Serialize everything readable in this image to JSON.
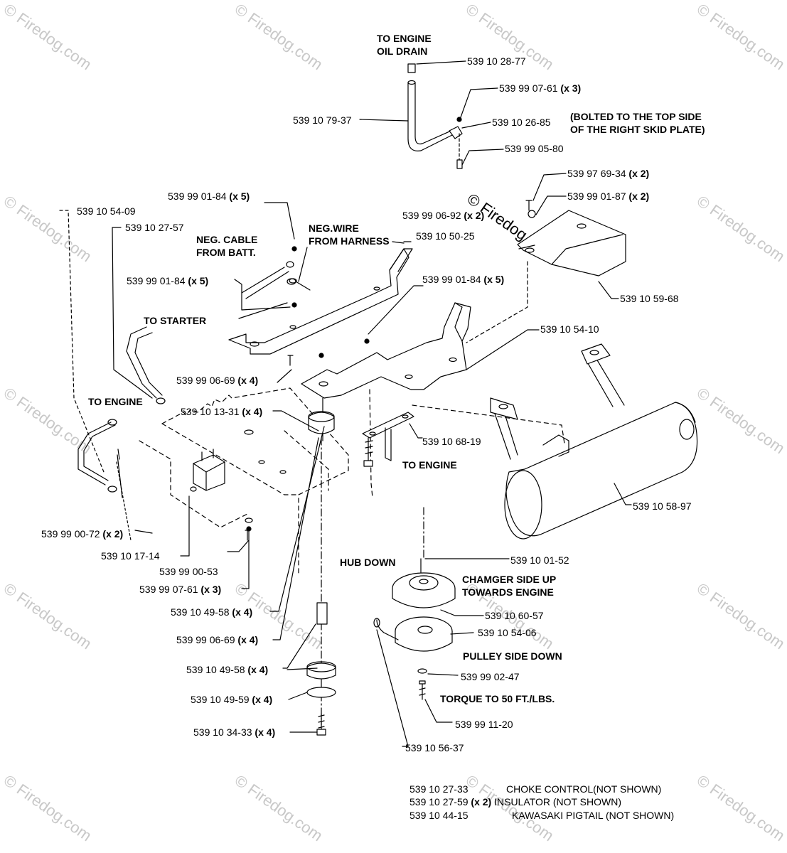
{
  "watermark": "© Firedog.com",
  "notes": {
    "to_engine_oil_drain_1": "TO ENGINE",
    "to_engine_oil_drain_2": "OIL DRAIN",
    "bolted_1": "(BOLTED TO THE TOP SIDE",
    "bolted_2": "OF THE RIGHT SKID PLATE)",
    "neg_cable_1": "NEG. CABLE",
    "neg_cable_2": "FROM BATT.",
    "neg_wire_1": "NEG.WIRE",
    "neg_wire_2": "FROM HARNESS",
    "to_starter": "TO STARTER",
    "to_engine_left": "TO ENGINE",
    "to_engine_mid": "TO ENGINE",
    "hub_down": "HUB DOWN",
    "chamger_1": "CHAMGER SIDE UP",
    "chamger_2": "TOWARDS ENGINE",
    "pulley_side_down": "PULLEY SIDE DOWN",
    "torque": "TORQUE TO 50 FT./LBS."
  },
  "callouts": [
    {
      "part": "539 10 28-77",
      "qty": ""
    },
    {
      "part": "539 99 07-61",
      "qty": "(x 3)"
    },
    {
      "part": "539 10 79-37",
      "qty": ""
    },
    {
      "part": "539 10 26-85",
      "qty": ""
    },
    {
      "part": "539 99 05-80",
      "qty": ""
    },
    {
      "part": "539 97 69-34",
      "qty": "(x 2)"
    },
    {
      "part": "539 99 01-87",
      "qty": "(x 2)"
    },
    {
      "part": "539 99 01-84",
      "qty": "(x 5)"
    },
    {
      "part": "539 99 06-92",
      "qty": "(x 2)"
    },
    {
      "part": "539 10 54-09",
      "qty": ""
    },
    {
      "part": "539 10 27-57",
      "qty": ""
    },
    {
      "part": "539 10 50-25",
      "qty": ""
    },
    {
      "part": "539 99 01-84",
      "qty": "(x 5)"
    },
    {
      "part": "539 99 01-84",
      "qty": "(x 5)"
    },
    {
      "part": "539 10 59-68",
      "qty": ""
    },
    {
      "part": "539 10 54-10",
      "qty": ""
    },
    {
      "part": "539 99 06-69",
      "qty": "(x 4)"
    },
    {
      "part": "539 10 13-31",
      "qty": "(x 4)"
    },
    {
      "part": "539 10 68-19",
      "qty": ""
    },
    {
      "part": "539 10 58-97",
      "qty": ""
    },
    {
      "part": "539 99 00-72",
      "qty": "(x 2)"
    },
    {
      "part": "539 10 17-14",
      "qty": ""
    },
    {
      "part": "539 99 00-53",
      "qty": ""
    },
    {
      "part": "539 99 07-61",
      "qty": "(x 3)"
    },
    {
      "part": "539 10 01-52",
      "qty": ""
    },
    {
      "part": "539 10 49-58",
      "qty": "(x 4)"
    },
    {
      "part": "539 10 60-57",
      "qty": ""
    },
    {
      "part": "539 99 06-69",
      "qty": "(x 4)"
    },
    {
      "part": "539 10 54-06",
      "qty": ""
    },
    {
      "part": "539 10 49-58",
      "qty": "(x 4)"
    },
    {
      "part": "539 99 02-47",
      "qty": ""
    },
    {
      "part": "539 10 49-59",
      "qty": "(x 4)"
    },
    {
      "part": "539 99 11-20",
      "qty": ""
    },
    {
      "part": "539 10 34-33",
      "qty": "(x 4)"
    },
    {
      "part": "539 10 56-37",
      "qty": ""
    }
  ],
  "legend": [
    {
      "part": "539 10 27-33",
      "qty": "",
      "desc": "CHOKE CONTROL(NOT SHOWN)"
    },
    {
      "part": "539 10 27-59",
      "qty": "(x 2)",
      "desc": "INSULATOR (NOT SHOWN)"
    },
    {
      "part": "539 10 44-15",
      "qty": "",
      "desc": "KAWASAKI PIGTAIL (NOT SHOWN)"
    }
  ]
}
